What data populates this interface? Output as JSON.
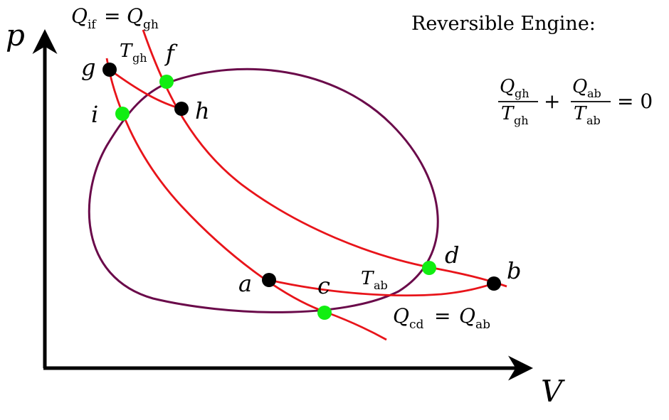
{
  "axes": {
    "y_label": "p",
    "x_label": "V"
  },
  "title": "Reversible Engine:",
  "equation": {
    "num1_main": "Q",
    "num1_sub": "gh",
    "den1_main": "T",
    "den1_sub": "gh",
    "plus": "+",
    "num2_main": "Q",
    "num2_sub": "ab",
    "den2_main": "T",
    "den2_sub": "ab",
    "rhs": "= 0"
  },
  "annotations": {
    "q_if_main": "Q",
    "q_if_sub": "if",
    "equals": "=",
    "q_gh_main": "Q",
    "q_gh_sub": "gh",
    "t_gh_main": "T",
    "t_gh_sub": "gh",
    "t_ab_main": "T",
    "t_ab_sub": "ab",
    "q_cd_main": "Q",
    "q_cd_sub": "cd",
    "q_ab_main": "Q",
    "q_ab_sub": "ab"
  },
  "points": {
    "a": "a",
    "b": "b",
    "c": "c",
    "d": "d",
    "f": "f",
    "g": "g",
    "h": "h",
    "i": "i"
  },
  "colors": {
    "cycle": "#6a0a4a",
    "curves": "#e8141a",
    "intersection_point": "#11ee11",
    "state_point": "#000000",
    "axes": "#000000"
  }
}
